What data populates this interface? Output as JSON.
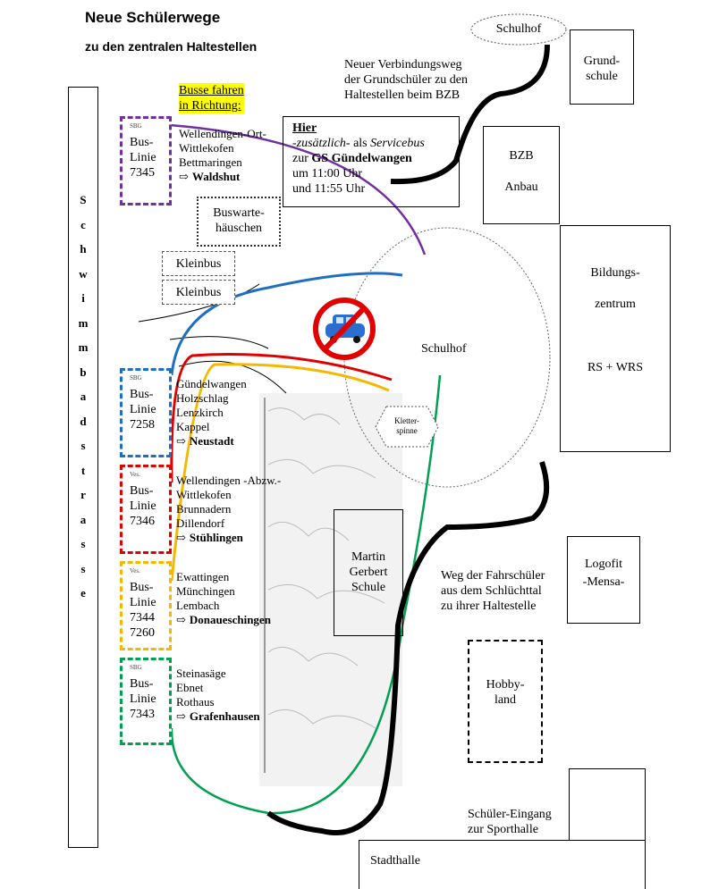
{
  "title": "Neue Schülerwege",
  "subtitle": "zu den zentralen Haltestellen",
  "street_name": [
    "S",
    "c",
    "h",
    "w",
    "i",
    "m",
    "m",
    "b",
    "a",
    "d",
    "s",
    "t",
    "r",
    "a",
    "s",
    "s",
    "e"
  ],
  "direction_label_line1": "Busse fahren",
  "direction_label_line2": "in Richtung:",
  "buses": [
    {
      "tag": "SBG",
      "line": "Bus-",
      "line2": "Linie",
      "number": "7345",
      "number2": "",
      "color": "#7030a0",
      "stops": [
        "Wellendingen-Ort-",
        "Wittlekofen",
        "Bettmaringen"
      ],
      "destination": "Waldshut"
    },
    {
      "tag": "SBG",
      "line": "Bus-",
      "line2": "Linie",
      "number": "7258",
      "number2": "",
      "color": "#1f6fc0",
      "stops": [
        "Gündelwangen",
        "Holzschlag",
        "Lenzkirch",
        "Kappel"
      ],
      "destination": "Neustadt"
    },
    {
      "tag": "Ves.",
      "line": "Bus-",
      "line2": "Linie",
      "number": "7346",
      "number2": "",
      "color": "#e00000",
      "stops": [
        "Wellendingen -Abzw.-",
        "Wittlekofen",
        "Brunnadern",
        "Dillendorf"
      ],
      "destination": "Stühlingen"
    },
    {
      "tag": "Ves.",
      "line": "Bus-",
      "line2": "Linie",
      "number": "7344",
      "number2": "7260",
      "color": "#f5b800",
      "stops": [
        "Ewattingen",
        "Münchingen",
        "Lembach"
      ],
      "destination": "Donaueschingen"
    },
    {
      "tag": "SBG",
      "line": "Bus-",
      "line2": "Linie",
      "number": "7343",
      "number2": "",
      "color": "#00a050",
      "stops": [
        "Steinasäge",
        "Ebnet",
        "Rothaus"
      ],
      "destination": "Grafenhausen"
    }
  ],
  "arrow_symbol": "⇨",
  "waiting_hut": [
    "Buswarte-",
    "häuschen"
  ],
  "minibus_1": "Kleinbus",
  "minibus_2": "Kleinbus",
  "schoolyard_top": "Schulhof",
  "new_path_note": [
    "Neuer Verbindungsweg",
    "der Grundschüler zu den",
    "Haltestellen beim BZB"
  ],
  "service_bus": {
    "heading": "Hier",
    "line1_a": "-zusätzlich-",
    "line1_b": " als ",
    "line1_c": "Servicebus",
    "line2_a": "zur ",
    "line2_b": "GS Gündelwangen",
    "line3": "um  11:00 Uhr",
    "line4": "und 11:55 Uhr"
  },
  "grundschule": [
    "Grund-",
    "schule"
  ],
  "bzb": [
    "BZB",
    "Anbau"
  ],
  "bildungszentrum": [
    "Bildungs-",
    "zentrum",
    "RS + WRS"
  ],
  "schoolyard_center": "Schulhof",
  "climbing": [
    "Kletter-",
    "spinne"
  ],
  "martin_school": [
    "Martin",
    "Gerbert",
    "Schule"
  ],
  "walk_note": [
    "Weg der Fahrschüler",
    "aus dem Schlüchttal",
    "zu ihrer Haltestelle"
  ],
  "logofit": [
    "Logofit",
    "-Mensa-"
  ],
  "hobbyland": [
    "Hobby-",
    "land"
  ],
  "entrance": [
    "Schüler-Eingang",
    "zur Sporthalle"
  ],
  "stadthalle": "Stadthalle",
  "colors": {
    "purple": "#7030a0",
    "blue": "#1f6fc0",
    "red": "#e00000",
    "yellow": "#f5b800",
    "green": "#00a050",
    "highlight": "#ffff00"
  }
}
